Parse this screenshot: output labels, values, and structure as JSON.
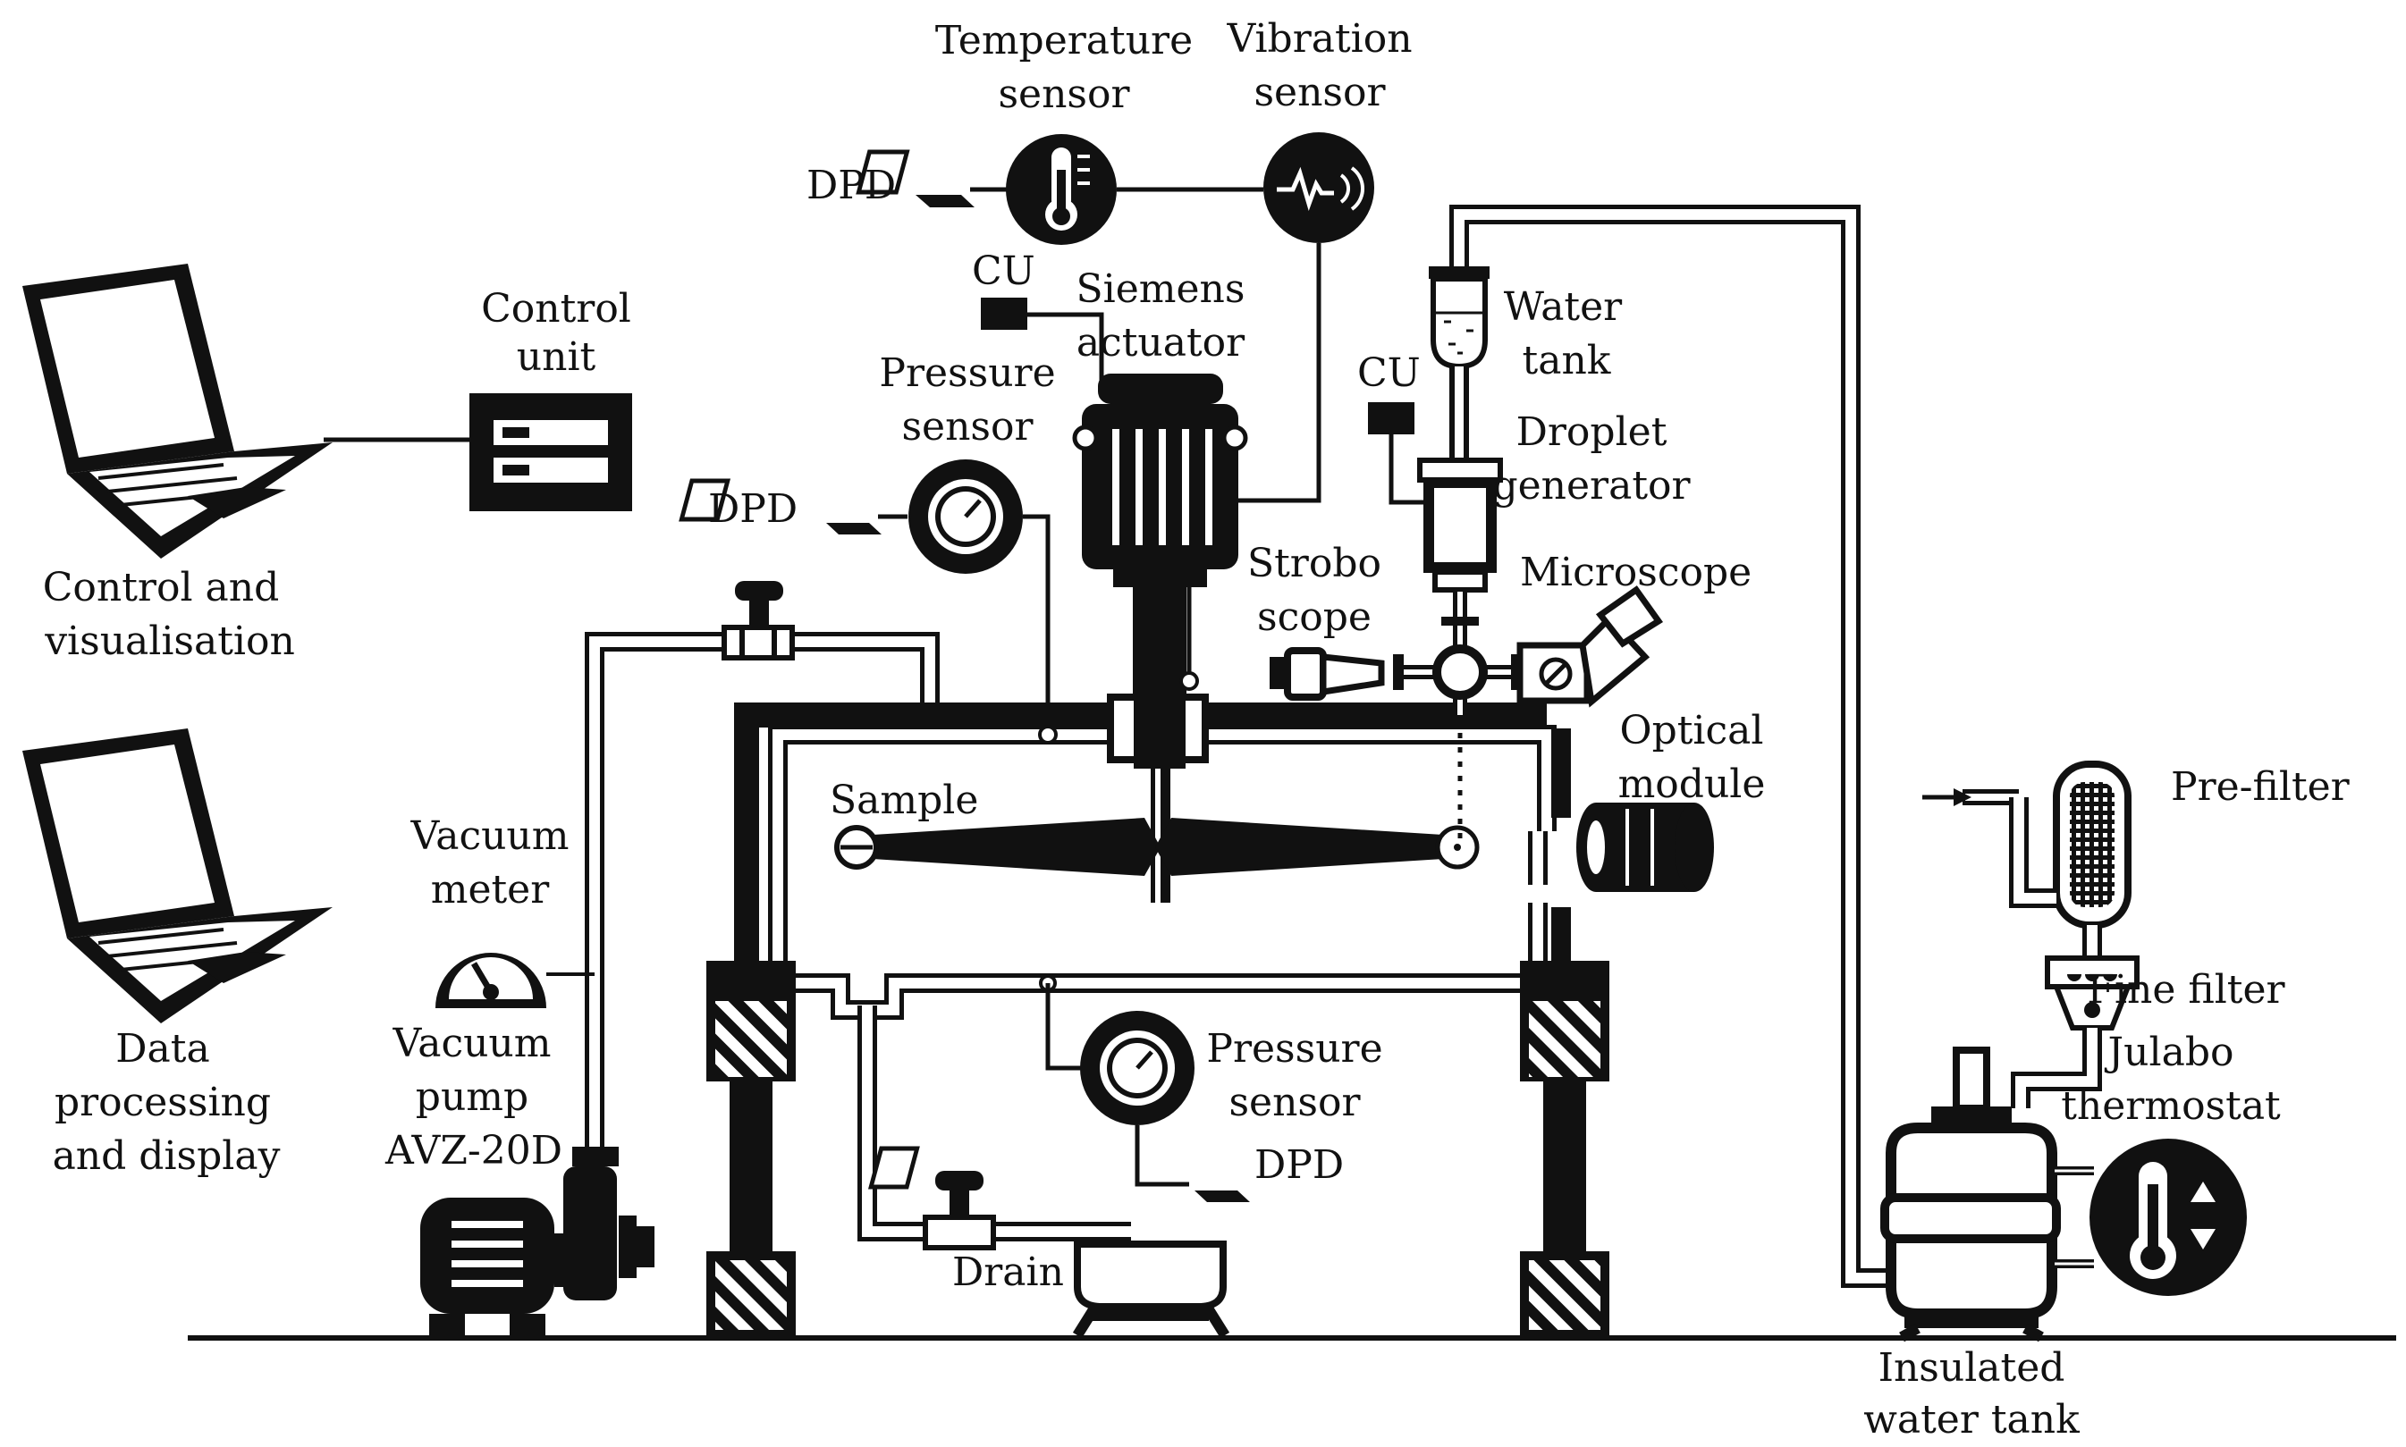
{
  "labels": {
    "temperature_sensor": [
      "Temperature",
      "sensor"
    ],
    "vibration_sensor": [
      "Vibration",
      "sensor"
    ],
    "dpd_top": "DPD",
    "cu_actuator": "CU",
    "siemens_actuator": [
      "Siemens",
      "actuator"
    ],
    "pressure_sensor_top": [
      "Pressure",
      "sensor"
    ],
    "dpd_pressure_top": "DPD",
    "control_unit": [
      "Control",
      "unit"
    ],
    "control_visualisation": [
      "Control and",
      "visualisation"
    ],
    "data_processing": [
      "Data",
      "processing",
      "and display"
    ],
    "water_tank": [
      "Water",
      "tank"
    ],
    "cu_droplet": "CU",
    "droplet_generator": [
      "Droplet",
      "generator"
    ],
    "microscope": "Microscope",
    "stroboscope": [
      "Strobo",
      "scope"
    ],
    "optical_module": [
      "Optical",
      "module"
    ],
    "sample": "Sample",
    "vacuum_meter": [
      "Vacuum",
      "meter"
    ],
    "vacuum_pump": [
      "Vacuum",
      "pump",
      "AVZ-20D"
    ],
    "pressure_sensor_bottom": [
      "Pressure",
      "sensor"
    ],
    "dpd_bottom": "DPD",
    "drain": "Drain",
    "pre_filter": "Pre-filter",
    "fine_filter": "Fine filter",
    "julabo_thermostat": [
      "Julabo",
      "thermostat"
    ],
    "insulated_water_tank": [
      "Insulated",
      "water tank"
    ]
  }
}
